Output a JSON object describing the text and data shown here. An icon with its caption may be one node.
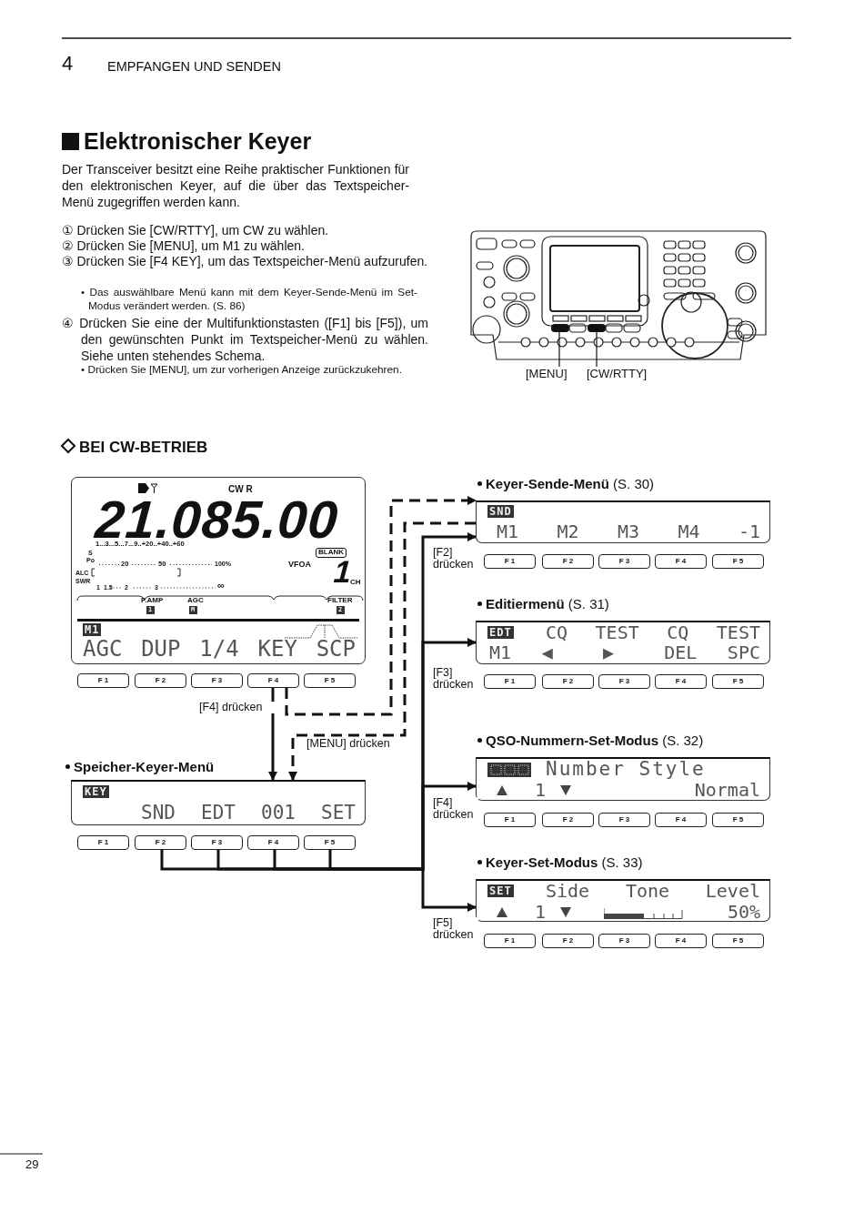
{
  "diagram": {
    "title": "Elektronischer Keyer",
    "nodes": [
      {
        "text": [
          "[MENU]"
        ]
      },
      {
        "text": [
          "[CW/RTTY]"
        ]
      },
      {
        "text": [
          "CW R",
          "21.085.00",
          "1...3...5...7...9..+20..+40..+60",
          "S",
          "Po",
          "20",
          "50",
          "100%",
          "ALC",
          "SWR",
          "1",
          "1.5",
          "2",
          "3",
          "∞",
          "BLANK",
          "VFOA",
          "1",
          "CH",
          "P.AMP",
          "1",
          "AGC",
          "M",
          "FILTER",
          "2",
          "M1",
          "AGC DUP 1/4 KEY SCP"
        ]
      },
      {
        "text": [
          "F 1"
        ]
      },
      {
        "text": [
          "F 2"
        ]
      },
      {
        "text": [
          "F 3"
        ]
      },
      {
        "text": [
          "F 4"
        ]
      },
      {
        "text": [
          "F 5"
        ]
      },
      {
        "text": [
          "**Keyer-Sende-Menü** (S. 30)",
          "SND",
          "M1 M2 M3 M4 -1"
        ]
      },
      {
        "text": [
          "F 1"
        ]
      },
      {
        "text": [
          "F 2"
        ]
      },
      {
        "text": [
          "F 3"
        ]
      },
      {
        "text": [
          "F 4"
        ]
      },
      {
        "text": [
          "F 5"
        ]
      },
      {
        "text": [
          "**Editiermenü** (S. 31)",
          "EDT",
          "CQ TEST CQ TEST",
          "M1 ◀ ▶ DEL SPC"
        ]
      },
      {
        "text": [
          "F 1"
        ]
      },
      {
        "text": [
          "F 2"
        ]
      },
      {
        "text": [
          "F 3"
        ]
      },
      {
        "text": [
          "F 4"
        ]
      },
      {
        "text": [
          "F 5"
        ]
      },
      {
        "text": [
          "Speicher-Keyer-Menü",
          "KEY",
          "SND EDT 001 SET"
        ]
      },
      {
        "text": [
          "F 1"
        ]
      },
      {
        "text": [
          "F 2"
        ]
      },
      {
        "text": [
          "F 3"
        ]
      },
      {
        "text": [
          "F 4"
        ]
      },
      {
        "text": [
          "F 5"
        ]
      },
      {
        "text": [
          "**QSO-Nummern-Set-Modus** (S. 32)",
          "Number Style",
          "1",
          "Normal"
        ]
      },
      {
        "text": [
          "F 1"
        ]
      },
      {
        "text": [
          "F 2"
        ]
      },
      {
        "text": [
          "F 3"
        ]
      },
      {
        "text": [
          "F 4"
        ]
      },
      {
        "text": [
          "F 5"
        ]
      },
      {
        "text": [
          "**Keyer-Set-Modus** (S. 33)",
          "SET",
          "Side Tone Level",
          "1",
          "50%"
        ]
      },
      {
        "text": [
          "F 1"
        ]
      },
      {
        "text": [
          "F 2"
        ]
      },
      {
        "text": [
          "F 3"
        ]
      },
      {
        "text": [
          "F 4"
        ]
      },
      {
        "text": [
          "F 5"
        ]
      },
      {
        "text": [],
        "shape": "box"
      },
      {
        "text": [],
        "shape": "box"
      }
    ],
    "edges": [
      {
        "from": 0,
        "to": 38,
        "arrow": "none"
      },
      {
        "from": 1,
        "to": 39,
        "arrow": "none"
      },
      {
        "from": 6,
        "to": 20,
        "arrow": "to",
        "label": "[F4] drücken"
      },
      {
        "from": 6,
        "to": 8,
        "arrow": "to",
        "style": "dashed"
      },
      {
        "from": 8,
        "to": 20,
        "arrow": "to",
        "style": "dashed",
        "label": "[MENU] drücken"
      },
      {
        "from": 22,
        "to": 8,
        "arrow": "to",
        "label": "[F2] drücken"
      },
      {
        "from": 23,
        "to": 14,
        "arrow": "to",
        "label": "[F3] drücken"
      },
      {
        "from": 24,
        "to": 26,
        "arrow": "to",
        "label": "[F4] drücken"
      },
      {
        "from": 25,
        "to": 32,
        "arrow": "to",
        "label": "[F5] drücken"
      }
    ],
    "labels": [
      "4",
      "EMPFANGEN UND SENDEN",
      "Der Transceiver besitzt eine Reihe praktischer Funktionen für den elektronischen Keyer, auf die über das Textspeicher-Menü zugegriffen werden kann.",
      "① Drücken Sie [CW/RTTY], um CW zu wählen.",
      "② Drücken Sie [MENU], um M1 zu wählen.",
      "③ Drücken Sie [F4 KEY], um das Textspeicher-Menü aufzurufen.",
      "• Das auswählbare Menü kann mit dem Keyer-Sende-Menü im Set-Modus verändert werden. (S. 86)",
      "④ Drücken Sie eine der Multifunktionstasten ([F1] bis [F5]), um den gewünschten Punkt im Textspeicher-Menü zu wählen. Siehe unten stehendes Schema.",
      "• Drücken Sie [MENU], um zur vorherigen Anzeige zurückzukehren.",
      "BEI CW-BETRIEB",
      "29"
    ]
  }
}
